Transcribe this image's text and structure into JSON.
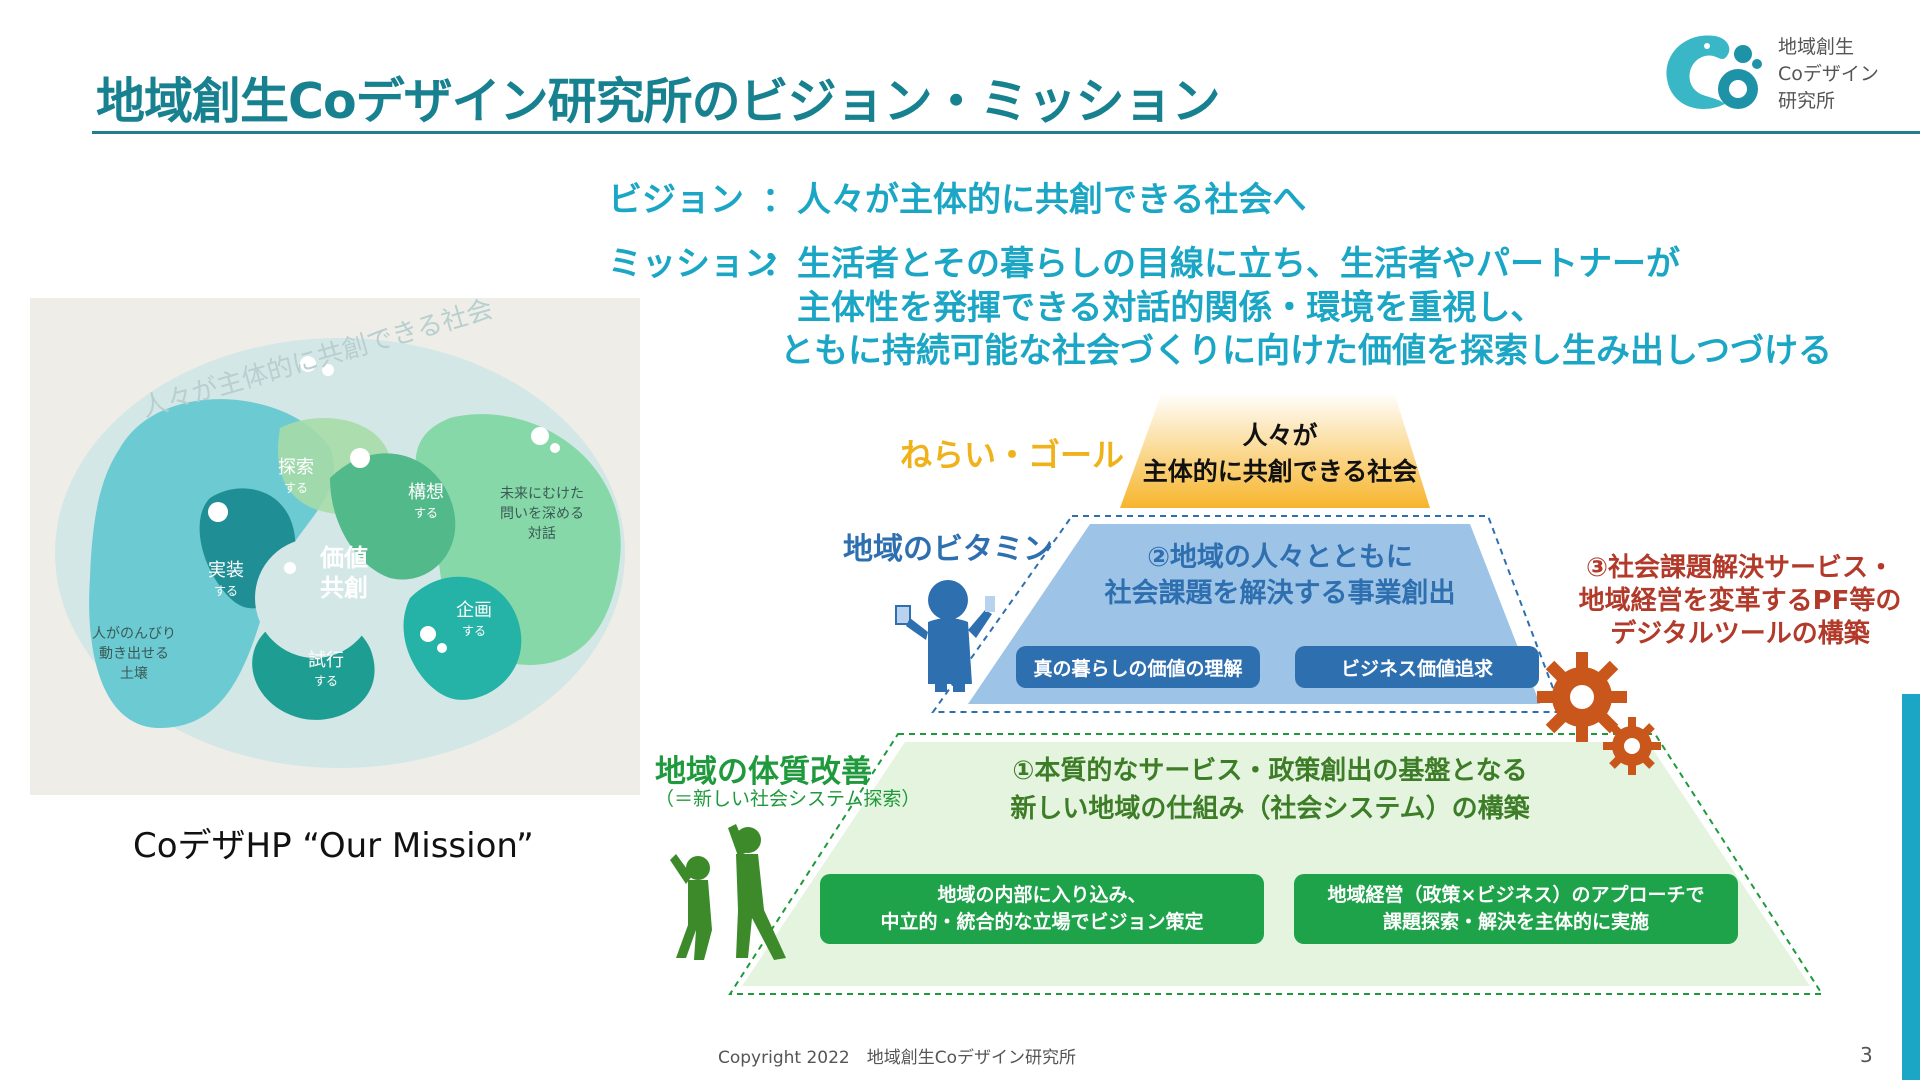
{
  "slide": {
    "title": "地域創生Coデザイン研究所のビジョン・ミッション",
    "logo": {
      "lines": [
        "地域創生",
        "Coデザイン",
        "研究所"
      ]
    },
    "vision": {
      "label": "ビジョン",
      "separator": "：",
      "text": "人々が主体的に共創できる社会へ"
    },
    "mission": {
      "label": "ミッション",
      "separator": "：",
      "lines": [
        "生活者とその暮らしの目線に立ち、生活者やパートナーが",
        "主体性を発揮できる対話的関係・環境を重視し、",
        "ともに持続可能な社会づくりに向けた価値を探索し生み出しつづける"
      ]
    },
    "illustration": {
      "arc_text": "人々が主体的に共創できる社会",
      "center": "価値\n共創",
      "bubbles": [
        {
          "label": "探索",
          "sub": "する"
        },
        {
          "label": "構想",
          "sub": "する"
        },
        {
          "label": "実装",
          "sub": "する"
        },
        {
          "label": "企画",
          "sub": "する"
        },
        {
          "label": "試行",
          "sub": "する"
        }
      ],
      "note_right": "未来にむけた\n問いを深める\n対話",
      "note_left": "人がのんびり\n動き出せる\n土壌"
    },
    "caption": "CoデザHP “Our Mission”",
    "pyramid": {
      "goal_label": "ねらい・ゴール",
      "goal_text": "人々が\n主体的に共創できる社会",
      "vitamin_label": "地域のビタミン",
      "middle_title": "②地域の人々とともに\n社会課題を解決する事業創出",
      "middle_buttons": [
        "真の暮らしの価値の理解",
        "ビジネス価値追求"
      ],
      "tool_label": "③社会課題解決サービス・\n地域経営を変革するPF等の\nデジタルツールの構築",
      "base_label": "地域の体質改善",
      "base_sub": "（＝新しい社会システム探索）",
      "base_title": "①本質的なサービス・政策創出の基盤となる\n新しい地域の仕組み（社会システム）の構築",
      "base_buttons": [
        "地域の内部に入り込み、\n中立的・統合的な立場でビジョン策定",
        "地域経営（政策×ビジネス）のアプローチで\n課題探索・解決を主体的に実施"
      ]
    },
    "footer": "Copyright 2022　地域創生Coデザイン研究所",
    "page_number": "3",
    "colors": {
      "title": "#17818f",
      "accent": "#1aa6c4",
      "goal_label": "#f0b21a",
      "vitamin_label": "#2e6fb0",
      "tool_label": "#b23a2a",
      "base_label": "#1e9a3c",
      "base_button": "#1ea24a",
      "middle_button": "#2e6fb0"
    }
  }
}
